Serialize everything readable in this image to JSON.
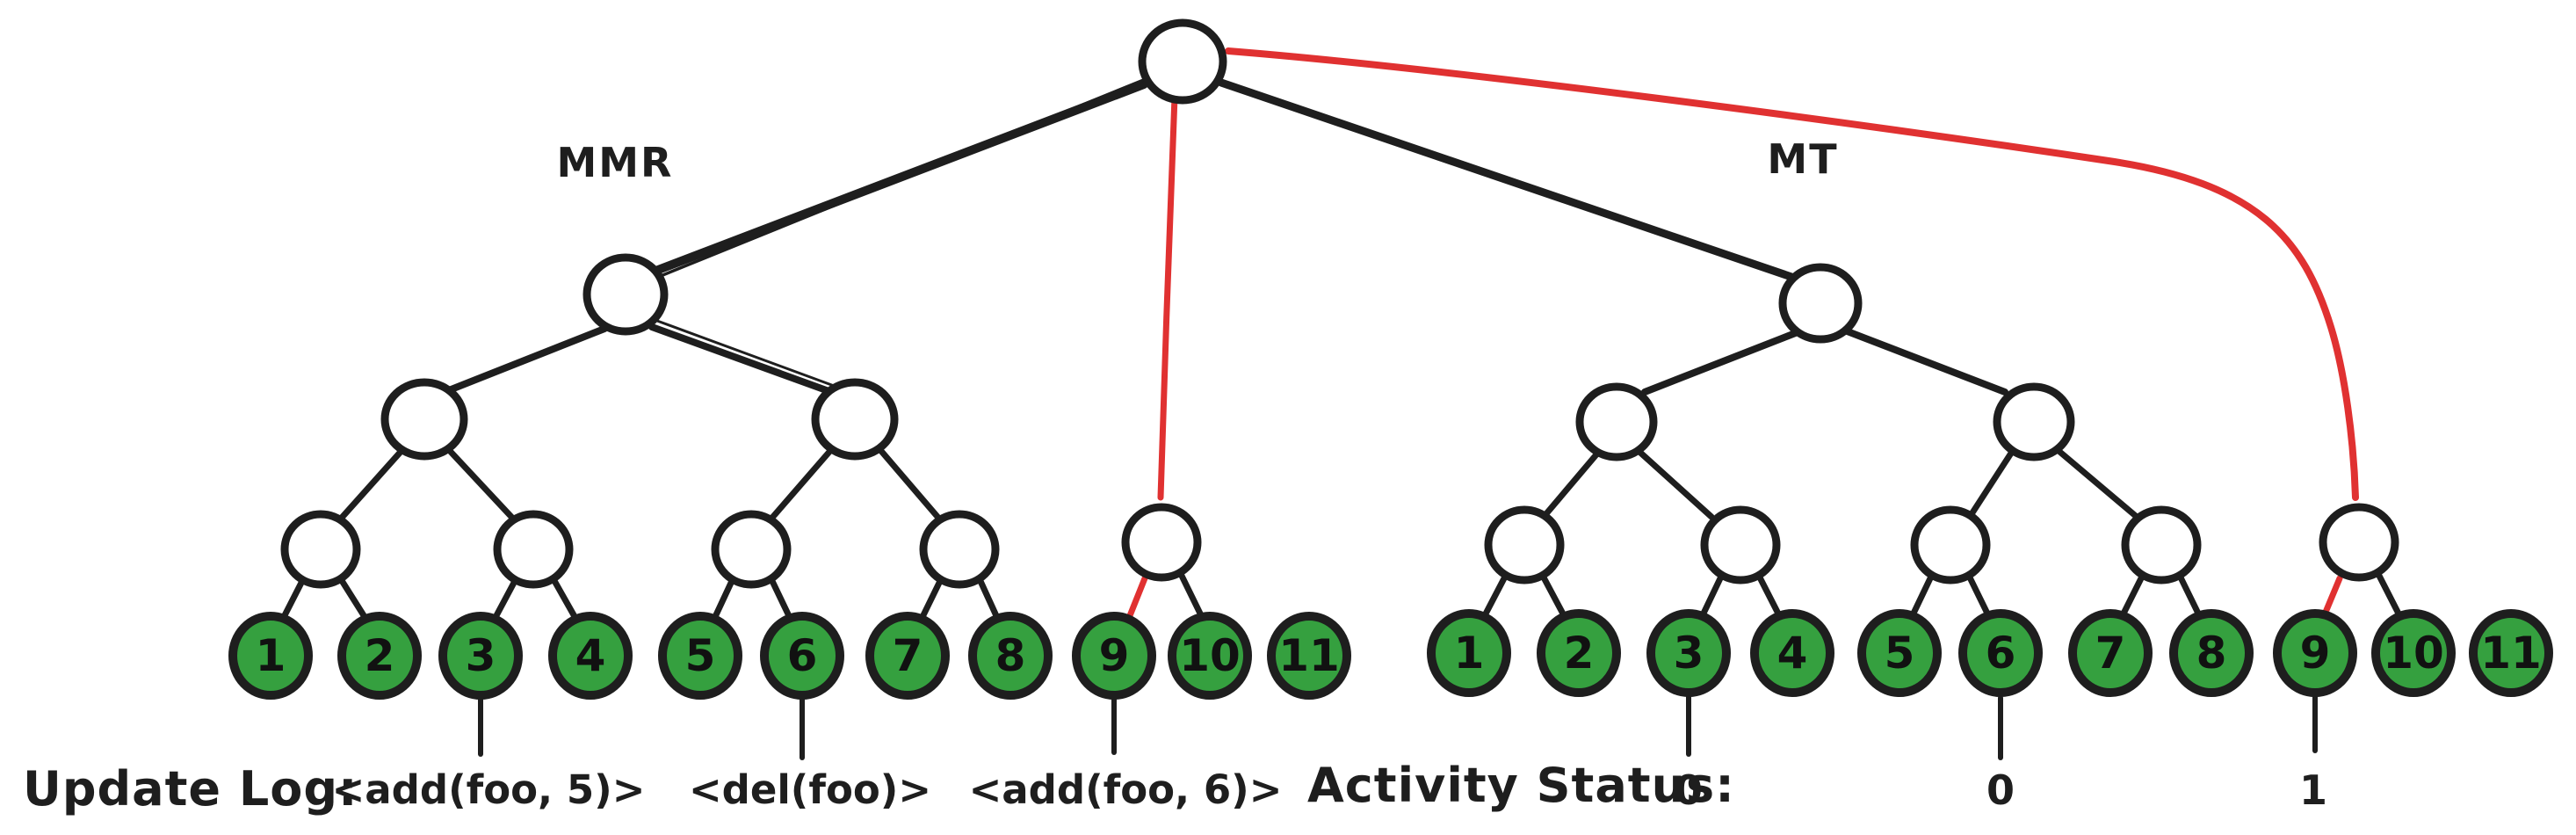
{
  "diagram": {
    "left_tree_label": "MMR",
    "right_tree_label": "MT",
    "leaf_labels": [
      "1",
      "2",
      "3",
      "4",
      "5",
      "6",
      "7",
      "8",
      "9",
      "10",
      "11"
    ],
    "colors": {
      "leaf_fill": "#35a03f",
      "stroke": "#1e1e1e",
      "highlight_red": "#e03131",
      "node_fill": "#ffffff"
    },
    "update_log": {
      "title": "Update Log:",
      "entries": [
        {
          "text": "<add(foo, 5)>",
          "leaf": "3"
        },
        {
          "text": "<del(foo)>",
          "leaf": "6"
        },
        {
          "text": "<add(foo, 6)>",
          "leaf": "9"
        }
      ]
    },
    "activity_status": {
      "title": "Activity Status:",
      "entries": [
        {
          "value": "0",
          "leaf": "3"
        },
        {
          "value": "0",
          "leaf": "6"
        },
        {
          "value": "1",
          "leaf": "9"
        }
      ]
    }
  }
}
